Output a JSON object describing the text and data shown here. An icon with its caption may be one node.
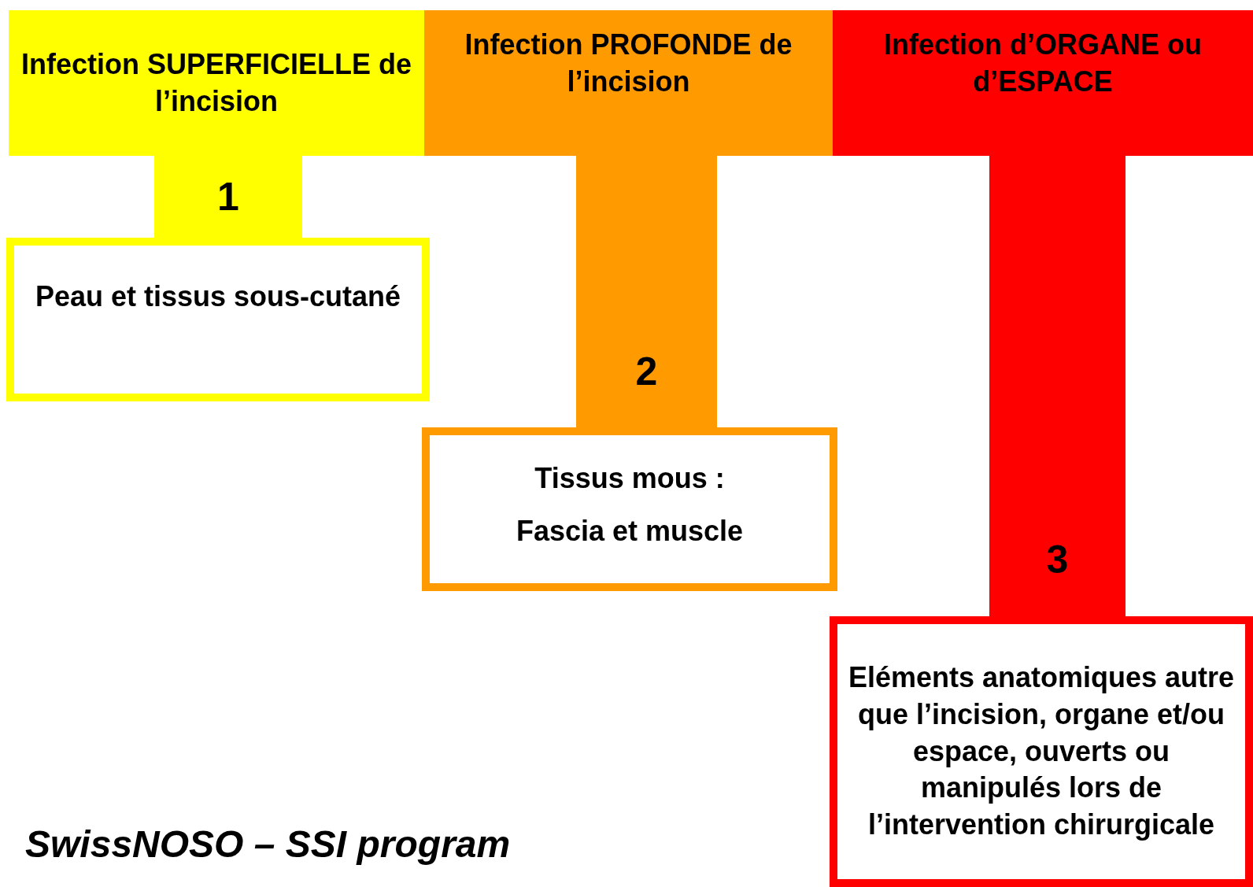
{
  "diagram": {
    "nodes": [
      {
        "text": [
          "Infection SUPERFICIELLE de l’incision"
        ]
      },
      {
        "text": [
          "Infection PROFONDE de l’incision"
        ]
      },
      {
        "text": [
          "Infection d’ORGANE ou d’ESPACE"
        ]
      },
      {
        "text": [
          "1"
        ]
      },
      {
        "text": [
          "Peau et tissus sous-cutané"
        ]
      },
      {
        "text": [
          "2"
        ]
      },
      {
        "text": [
          "Tissus mous :",
          "Fascia et muscle"
        ]
      },
      {
        "text": [
          "3"
        ]
      },
      {
        "text": [
          "Eléments anatomiques autre que l’incision, organe et/ou espace, ouverts ou manipulés lors de l’intervention chirurgicale"
        ]
      }
    ],
    "labels": [
      "SwissNOSO – SSI program"
    ]
  }
}
